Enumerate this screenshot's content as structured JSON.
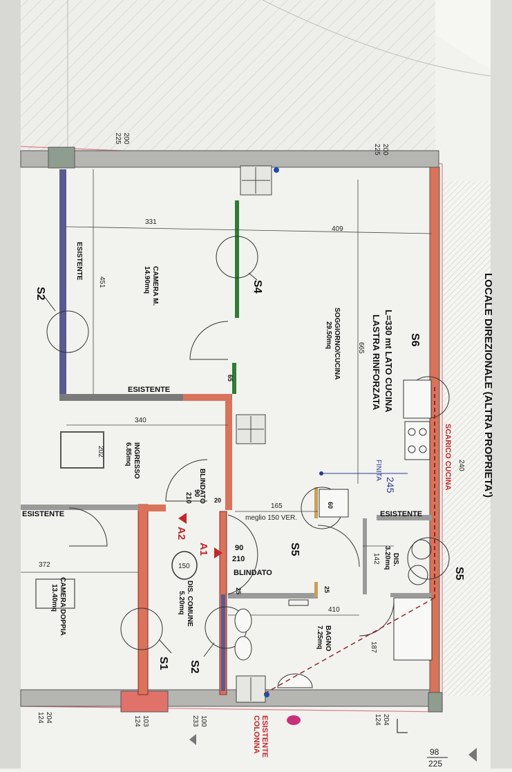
{
  "drawing": {
    "outside_title": "LOCALE DIREZIONALE (ALTRA PROPRIETA')",
    "scarico": "SCARICO CUCINA",
    "kitchen_note_1": "L=330 mt LATO CUCINA",
    "kitchen_note_2": "LASTRA RINFORZATA",
    "handwritten_245": "245",
    "handwritten_finita": "FINITA",
    "colonna_1": "COLONNA",
    "colonna_2": "ESISTENTE"
  },
  "rooms": {
    "camera_m": {
      "name": "CAMERA M.",
      "area": "14.90mq"
    },
    "soggiorno": {
      "name": "SOGGIORNO/CUCINA",
      "area": "29.50mq"
    },
    "ingresso": {
      "name": "INGRESSO",
      "area": "6.85mq"
    },
    "camera_doppia": {
      "name": "CAMERA DOPPIA",
      "area": "13.40mq"
    },
    "dis_comune": {
      "name": "DIS. COMUNE",
      "area": "5.20mq"
    },
    "bagno": {
      "name": "BAGNO",
      "area": "7.25mq"
    },
    "dis": {
      "name": "DIS.",
      "area": "3.20mq"
    }
  },
  "walls": {
    "esistente_1": "ESISTENTE",
    "esistente_2": "ESISTENTE",
    "esistente_3": "ESISTENTE",
    "esistente_4": "ESISTENTE"
  },
  "doors": {
    "blindato_1": "BLINDATO",
    "blindato_1_w": "90",
    "blindato_1_h": "210",
    "blindato_2": "BLINDATO",
    "blindato_2_w": "90",
    "blindato_2_h": "210",
    "d_20": "20",
    "d_25a": "25",
    "d_25b": "25",
    "d_65": "65",
    "d_60": "60"
  },
  "dimensions": {
    "d331": "331",
    "d409": "409",
    "d451": "451",
    "d665": "665",
    "d340": "340",
    "d202": "202",
    "d240": "240",
    "d165": "165",
    "meglio": "meglio 150 VER.",
    "d372": "372",
    "d150": "150",
    "d410": "410",
    "d187": "187",
    "d142": "142",
    "lv_200a": "200",
    "lv_225a": "225",
    "lv_200b": "200",
    "lv_225b": "225",
    "lv_204a": "204",
    "lv_124a": "124",
    "lv_103": "103",
    "lv_124b": "124",
    "lv_100": "100",
    "lv_233": "233",
    "lv_204b": "204",
    "lv_124c": "124",
    "lv_98": "98",
    "lv_225c": "225"
  },
  "sections": {
    "s1": "S1",
    "s2a": "S2",
    "s2b": "S2",
    "s4": "S4",
    "s5a": "S5",
    "s5b": "S5",
    "s6": "S6",
    "a1": "A1",
    "a2": "A2"
  },
  "colors": {
    "paper": "#f2f2ef",
    "wall_existing": "#9a9a9a",
    "wall_new": "#d9735a",
    "wall_blue": "#4a4a8a",
    "accent_red": "#c0282c",
    "wall_green": "#2e7d32"
  }
}
